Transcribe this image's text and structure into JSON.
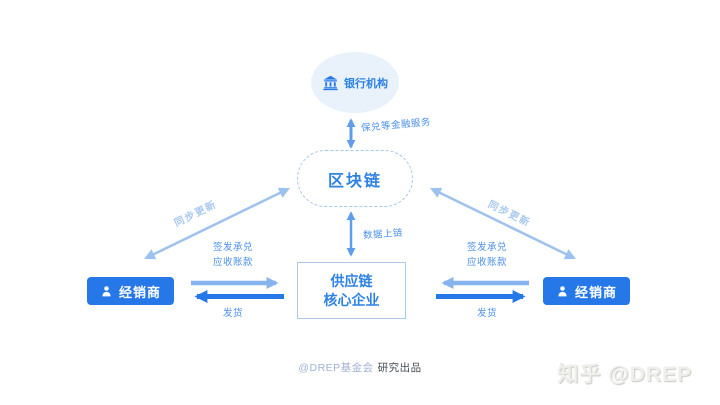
{
  "colors": {
    "primary_blue": "#2678e8",
    "node_text_blue": "#2e82e4",
    "edge_label_blue": "#4a90e8",
    "light_arrow": "#85b4ee",
    "diagonal_arrow": "#9cc2ef",
    "mid_arrow": "#5f9ce9",
    "sync_label": "#a9c9ef",
    "bank_ellipse_bg": "#e9f2fb",
    "dashed_border": "#a6c6ea"
  },
  "nodes": {
    "bank": {
      "label": "银行机构",
      "icon": "bank-icon"
    },
    "blockchain": {
      "label": "区块链"
    },
    "core_enterprise": {
      "label": "供应链\n核心企业"
    },
    "distributor_left": {
      "label": "经销商",
      "icon": "person-icon"
    },
    "distributor_right": {
      "label": "经销商",
      "icon": "person-icon"
    }
  },
  "edges": {
    "financial_service": {
      "label": "保兑等金融服务",
      "from": "银行机构",
      "to": "区块链",
      "direction": "both"
    },
    "data_onchain": {
      "label": "数据上链",
      "from": "区块链",
      "to": "供应链核心企业",
      "direction": "both"
    },
    "sync_left": {
      "label": "同步更新",
      "from": "区块链",
      "to": "经销商(左)",
      "direction": "both"
    },
    "sync_right": {
      "label": "同步更新",
      "from": "区块链",
      "to": "经销商(右)",
      "direction": "both"
    },
    "issue_left": {
      "label": "签发承兑\n应收账款",
      "direction": "toward-core"
    },
    "ship_left": {
      "label": "发货",
      "direction": "toward-distributor"
    },
    "issue_right": {
      "label": "签发承兑\n应收账款",
      "direction": "toward-core"
    },
    "ship_right": {
      "label": "发货",
      "direction": "toward-distributor"
    }
  },
  "footer": {
    "credit_handle": "@DREP基金会",
    "credit_suffix": "研究出品"
  },
  "watermark": {
    "label": "知乎 @DREP"
  }
}
